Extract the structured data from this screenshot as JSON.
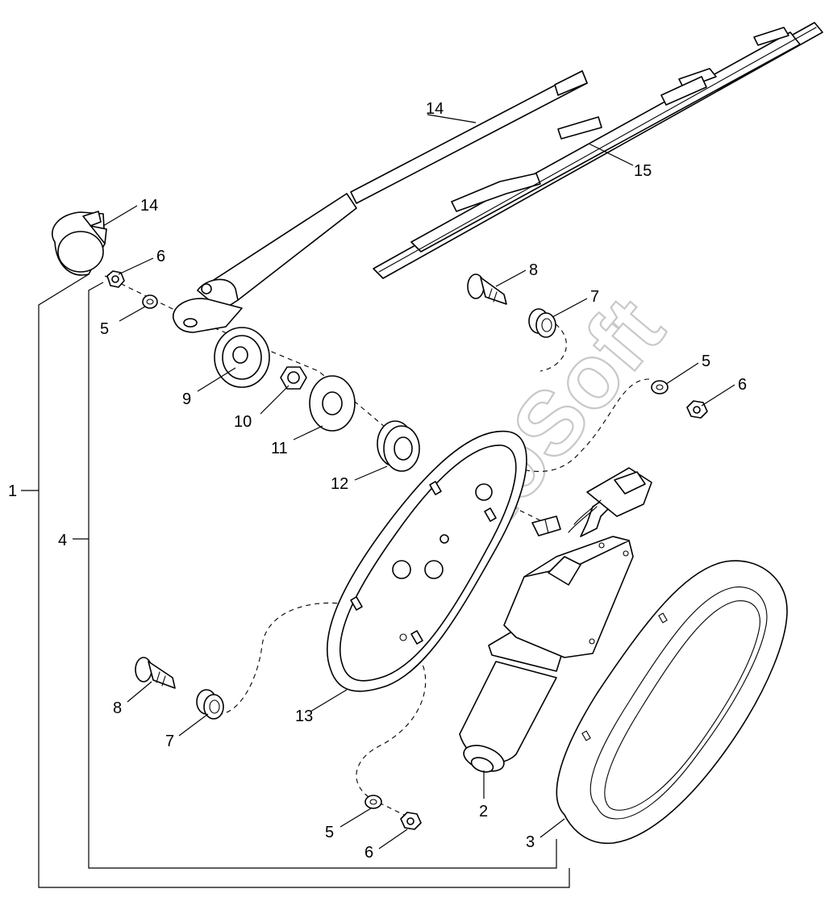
{
  "watermark": "AutoSoft",
  "callouts": {
    "c14_arm": "14",
    "c15": "15",
    "c14_cap": "14",
    "c6_top": "6",
    "c5_top": "5",
    "c8_top": "8",
    "c7_top": "7",
    "c5_right": "5",
    "c6_right": "6",
    "c9": "9",
    "c10": "10",
    "c11": "11",
    "c12": "12",
    "c1": "1",
    "c4": "4",
    "c8_bottom": "8",
    "c7_bottom": "7",
    "c13": "13",
    "c2": "2",
    "c3": "3",
    "c5_bottom": "5",
    "c6_bottom": "6"
  }
}
